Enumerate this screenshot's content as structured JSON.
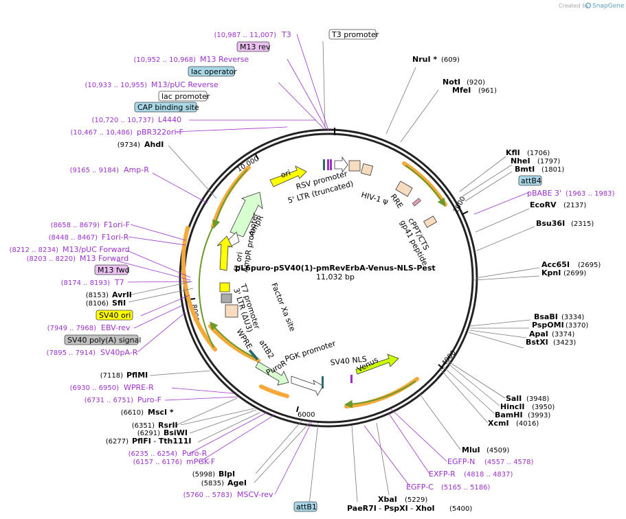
{
  "credit": {
    "prefix": "Created by",
    "brand": "SnapGene"
  },
  "plasmid": {
    "name": "pL6puro-pSV40(1)-pmRevErbA-Venus-NLS-Pest",
    "size": "11,032 bp"
  },
  "colors": {
    "primer": "#9b30c9",
    "orf": "#ccff00",
    "amp": "#d8ffd0",
    "ori": "#ffff00",
    "ltr": "#f8dcc0",
    "orange_band": "#f4a93a",
    "green_arrow": "#6a9a2a"
  },
  "ticks": {
    "t2000": "2000",
    "t4000": "4000",
    "t6000": "6000",
    "t8000": "8000",
    "t10000": "10,000"
  },
  "primers": {
    "t3": {
      "name": "T3",
      "range": "(10,987 .. 11,007)"
    },
    "m13rev_range": "(10,952 .. 10,968)",
    "m13rev_name": "M13 Reverse",
    "m13puc_rev": {
      "name": "M13/pUC Reverse",
      "range": "(10,933 .. 10,955)"
    },
    "l4440": {
      "name": "L4440",
      "range": "(10,720 .. 10,737)"
    },
    "pbr322": {
      "name": "pBR322ori-F",
      "range": "(10,467 .. 10,486)"
    },
    "ampr": {
      "name": "Amp-R",
      "range": "(9165 .. 9184)"
    },
    "f1orif": {
      "name": "F1ori-F",
      "range": "(8658 .. 8679)"
    },
    "f1orir": {
      "name": "F1ori-R",
      "range": "(8448 .. 8467)"
    },
    "m13puc_fwd": {
      "name": "M13/pUC Forward",
      "range": "(8212 .. 8234)"
    },
    "m13fwd": {
      "name": "M13 Forward",
      "range": "(8203 .. 8220)"
    },
    "t7": {
      "name": "T7",
      "range": "(8174 .. 8193)"
    },
    "ebvrev": {
      "name": "EBV-rev",
      "range": "(7949 .. 7968)"
    },
    "sv40pa": {
      "name": "SV40pA-R",
      "range": "(7895 .. 7914)"
    },
    "wprer": {
      "name": "WPRE-R",
      "range": "(6930 .. 6950)"
    },
    "purof": {
      "name": "Puro-F",
      "range": "(6731 .. 6751)"
    },
    "puror": {
      "name": "Puro-R",
      "range": "(6235 .. 6254)"
    },
    "mpgkf": {
      "name": "mPGK-F",
      "range": "(6157 .. 6176)"
    },
    "mscvrev": {
      "name": "MSCV-rev",
      "range": "(5760 .. 5783)"
    },
    "pbabe": {
      "name": "pBABE 3'",
      "range": "(1963 .. 1983)"
    },
    "egfpn": {
      "name": "EGFP-N",
      "range": "(4557 .. 4578)"
    },
    "exfpr": {
      "name": "EXFP-R",
      "range": "(4818 .. 4837)"
    },
    "egfpc": {
      "name": "EGFP-C",
      "range": "(5165 .. 5186)"
    }
  },
  "boxes": {
    "t3promoter": "T3 promoter",
    "m13rev": "M13 rev",
    "lacoperator": "lac operator",
    "lacpromoter": "lac promoter",
    "cap": "CAP binding site",
    "m13fwd": "M13 fwd",
    "sv40ori": "SV40 ori",
    "sv40polya": "SV40 poly(A) signal",
    "attb4": "attB4",
    "attb1": "attB1"
  },
  "enzymes": {
    "nrui": {
      "name": "NruI *",
      "pos": "(609)"
    },
    "noti": {
      "name": "NotI",
      "pos": "(920)"
    },
    "mfei": {
      "name": "MfeI",
      "pos": "(961)"
    },
    "kfli": {
      "name": "KflI",
      "pos": "(1706)"
    },
    "nhei": {
      "name": "NheI",
      "pos": "(1797)"
    },
    "bmti": {
      "name": "BmtI",
      "pos": "(1801)"
    },
    "ecorv": {
      "name": "EcoRV",
      "pos": "(2137)"
    },
    "bsu36i": {
      "name": "Bsu36I",
      "pos": "(2315)"
    },
    "acc65i": {
      "name": "Acc65I",
      "pos": "(2695)"
    },
    "kpni": {
      "name": "KpnI",
      "pos": "(2699)"
    },
    "bsabi": {
      "name": "BsaBI",
      "pos": "(3334)"
    },
    "pspomi": {
      "name": "PspOMI",
      "pos": "(3370)"
    },
    "apai": {
      "name": "ApaI",
      "pos": "(3374)"
    },
    "bstxi": {
      "name": "BstXI",
      "pos": "(3423)"
    },
    "sali": {
      "name": "SalI",
      "pos": "(3948)"
    },
    "hincii": {
      "name": "HincII",
      "pos": "(3950)"
    },
    "bamhi": {
      "name": "BamHI",
      "pos": "(3993)"
    },
    "xcmi": {
      "name": "XcmI",
      "pos": "(4016)"
    },
    "mlui": {
      "name": "MluI",
      "pos": "(4509)"
    },
    "xbai": {
      "name": "XbaI",
      "pos": "(5229)"
    },
    "paer7i": {
      "name": "PaeR7I",
      "sep": " - ",
      "name2": "PspXI",
      "sep2": " - ",
      "name3": "XhoI",
      "pos": "(5400)"
    },
    "ahdi": {
      "name": "AhdI",
      "pos": "(9734)"
    },
    "avrii": {
      "name": "AvrII",
      "pos": "(8153)"
    },
    "sfii": {
      "name": "SfiI",
      "pos": "(8106)"
    },
    "pflmi": {
      "name": "PflMI",
      "pos": "(7118)"
    },
    "msci": {
      "name": "MscI *",
      "pos": "(6610)"
    },
    "rsrii": {
      "name": "RsrII",
      "pos": "(6351)"
    },
    "bsiwi": {
      "name": "BsiWI",
      "pos": "(6291)"
    },
    "pflfi": {
      "name": "PflFI",
      "sep": " - ",
      "name2": "Tth111I",
      "pos": "(6277)"
    },
    "blpi": {
      "name": "BlpI",
      "pos": "(5998)"
    },
    "agei": {
      "name": "AgeI",
      "pos": "(5835)"
    }
  },
  "features": {
    "rsv": "RSV promoter",
    "ltr5": "5' LTR (truncated)",
    "hiv": "HIV-1 ψ",
    "rre": "RRE",
    "cppt": "cPPT/CTS",
    "gp41": "gp41 peptide",
    "ori": "ori",
    "ampr": "AmpR",
    "amprprom": "AmpR promoter",
    "f1ori": "f1 ori",
    "t7prom": "T7 promoter",
    "ltr3": "3' LTR (ΔU3)",
    "factorxa": "Factor Xa site",
    "wpre": "WPRE",
    "attb2": "attB2",
    "puror": "PuroR",
    "pgk": "PGK promoter",
    "sv40nls": "SV40 NLS",
    "venus": "Venus"
  }
}
